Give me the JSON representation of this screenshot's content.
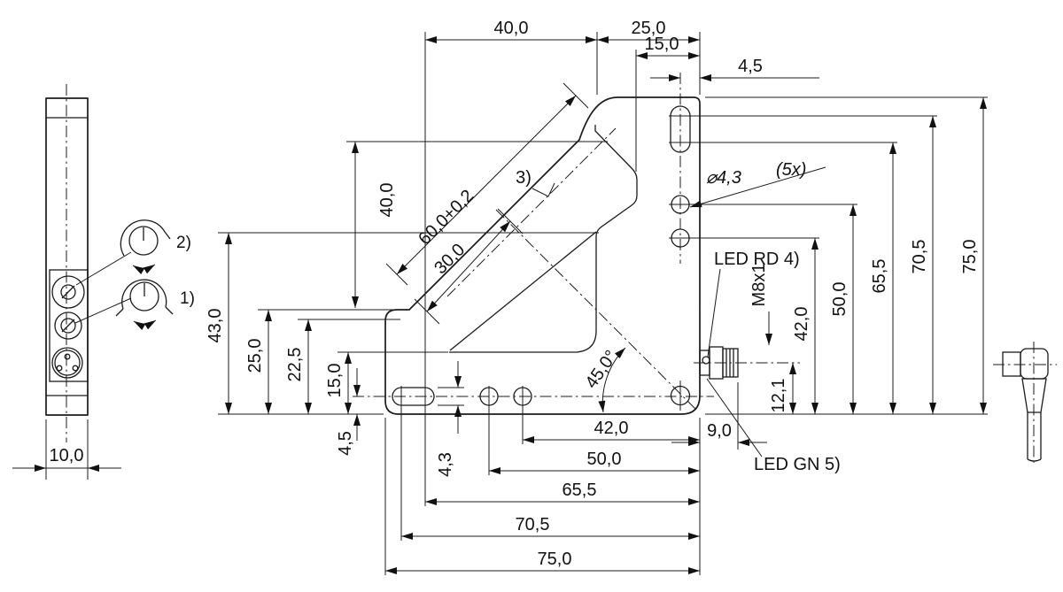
{
  "side_view": {
    "width_dim": "10,0",
    "knob1_label": "1)",
    "knob2_label": "2)"
  },
  "dimensions": {
    "top": {
      "d40": "40,0",
      "d25": "25,0",
      "d15": "15,0",
      "d4_5": "4,5"
    },
    "left": {
      "d43": "43,0",
      "d25": "25,0",
      "d22_5": "22,5",
      "d15": "15,0",
      "d40": "40,0",
      "d4_5": "4,5",
      "d4_3": "4,3"
    },
    "right": {
      "d42": "42,0",
      "d50": "50,0",
      "d65_5": "65,5",
      "d70_5": "70,5",
      "d75": "75,0",
      "d12_1": "12,1",
      "d9": "9,0"
    },
    "bottom": {
      "d42": "42,0",
      "d50": "50,0",
      "d65_5": "65,5",
      "d70_5": "70,5",
      "d75": "75,0"
    },
    "diagonal": {
      "d60": "60,0+0,2",
      "d30": "30,0",
      "angle": "45,0°"
    }
  },
  "callouts": {
    "hole_dia": "⌀4,3",
    "hole_count": "(5x)",
    "note_3": "3)",
    "led_red": "LED RD 4)",
    "led_green": "LED GN 5)",
    "thread": "M8x1"
  }
}
